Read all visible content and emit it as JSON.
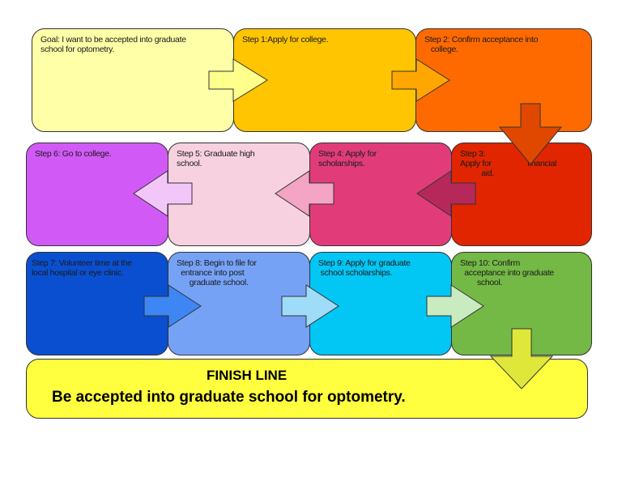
{
  "colors": {
    "goal": "#ffffa8",
    "step1": "#ffc500",
    "step2": "#ff6a00",
    "step3": "#e02500",
    "step4": "#e13c79",
    "step5": "#f8d1e0",
    "step6": "#d15af7",
    "step7": "#0a4fd0",
    "step8": "#76a2f6",
    "step9": "#02c6f4",
    "step10": "#74b845",
    "finish": "#ffff3f"
  },
  "diagram": {
    "goal": "Goal: I want to be accepted into graduate\nschool for optometry.",
    "step1": "Step 1:Apply for college.",
    "step2": "Step 2: Confirm acceptance into\n   college.",
    "step3": "Step 3:\nApply for                 financial\n          aid.",
    "step4": "Step 4: Apply for\nscholarships.",
    "step5": "Step 5: Graduate high\nschool.",
    "step6": "Step 6: Go to college.",
    "step7": "Step 7: Volunteer time at the\nlocal hospital or eye clinic.",
    "step8": "Step 8: Begin to file for\n  entrance into post\n      graduate school.",
    "step9": "Step 9: Apply for graduate\n school scholarships.",
    "step10": "Step 10: Confirm\n  acceptance into graduate\n        school.",
    "finish_title": "FINISH LINE",
    "finish_subtitle": "Be accepted into graduate school for optometry."
  }
}
